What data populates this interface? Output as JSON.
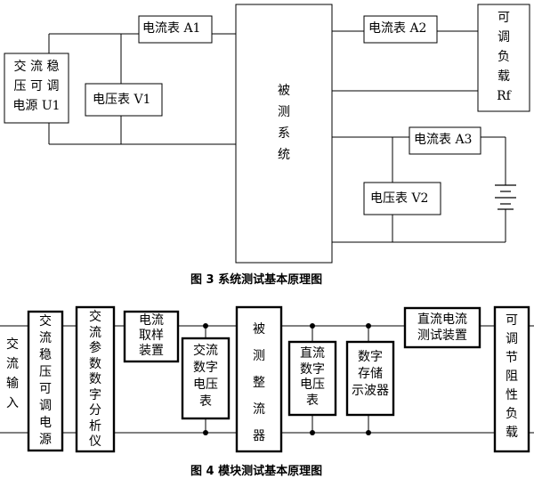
{
  "fig3": {
    "caption": "图 3  系统测试基本原理图",
    "source": [
      "交 流 稳",
      "压 可 调",
      "电源 U1"
    ],
    "ammeter_a1": "电流表 A1",
    "voltmeter_v1": "电压表 V1",
    "system_under_test": "被测系统",
    "ammeter_a2": "电流表 A2",
    "load": [
      "可",
      "调",
      "负",
      "载",
      "Rf"
    ],
    "ammeter_a3": "电流表 A3",
    "voltmeter_v2": "电压表 V2"
  },
  "fig4": {
    "caption": "图 4  模块测试基本原理图",
    "ac_input": "交流输入",
    "ac_source": "交流稳压可调电源",
    "ac_analyzer": "交流参数数字分析仪",
    "current_sampler": [
      "电流",
      "取样",
      "装置"
    ],
    "ac_voltmeter": [
      "交流",
      "数字",
      "电压",
      "表"
    ],
    "rectifier_under_test": "被测整流器",
    "dc_voltmeter": [
      "直流",
      "数字",
      "电压",
      "表"
    ],
    "oscilloscope": [
      "数字",
      "存储",
      "示波器"
    ],
    "dc_current_test": [
      "直流电流",
      "测试装置"
    ],
    "adj_load": "可调节阻性负载"
  }
}
